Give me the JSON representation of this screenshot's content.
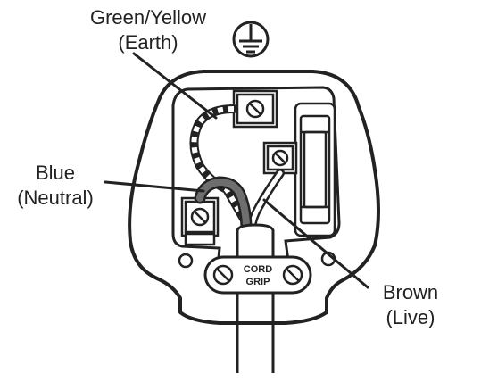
{
  "labels": {
    "earth": {
      "line1": "Green/Yellow",
      "line2": "(Earth)"
    },
    "neutral": {
      "line1": "Blue",
      "line2": "(Neutral)"
    },
    "live": {
      "line1": "Brown",
      "line2": "(Live)"
    }
  },
  "cord_grip": {
    "line1": "CORD",
    "line2": "GRIP"
  },
  "icons": [
    "earth-symbol-icon"
  ],
  "colors": {
    "ink": "#222222",
    "background": "#ffffff",
    "neutral_wire": "#6e6e6e"
  }
}
